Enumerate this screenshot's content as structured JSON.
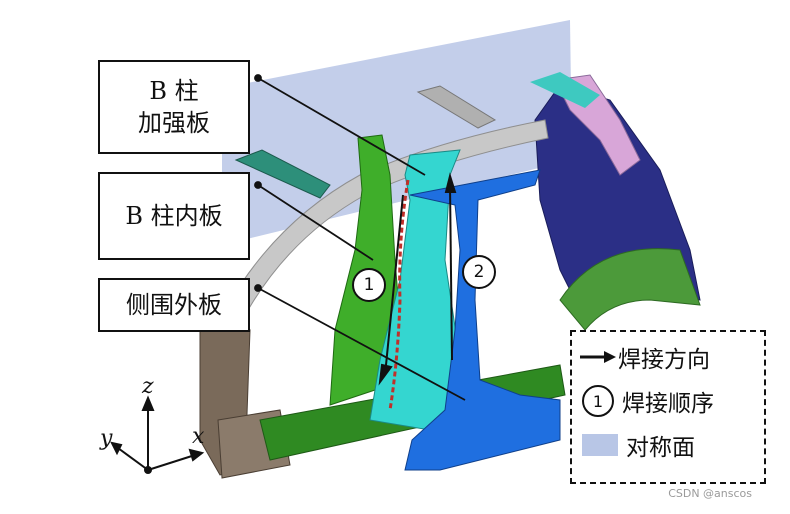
{
  "labels": {
    "b_pillar_reinforcement_line1": "B 柱",
    "b_pillar_reinforcement_line2": "加强板",
    "b_pillar_inner": "B 柱内板",
    "side_outer_panel": "侧围外板"
  },
  "sequence": {
    "first": "1",
    "second": "2"
  },
  "legend": {
    "welding_direction": "焊接方向",
    "welding_order_num": "1",
    "welding_order": "焊接顺序",
    "symmetry_plane": "对称面"
  },
  "axes": {
    "z": "z",
    "y": "y",
    "x": "x"
  },
  "watermark": "CSDN @anscos",
  "colors": {
    "symmetry_plane": "#b8c6e6",
    "reinforcement_green": "#3fae2a",
    "inner_cyan": "#34d6d0",
    "outer_blue": "#1f6fe0",
    "body_navy": "#2b2f86",
    "roof_gray": "#c8c8c8",
    "front_brown": "#7a6a5a",
    "rocker_green": "#2f8a22",
    "wheel_arch_green": "#4c9a3a",
    "weld_red": "#c0302a"
  }
}
